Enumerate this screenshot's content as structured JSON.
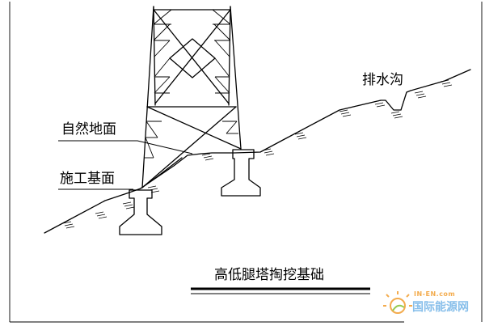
{
  "labels": {
    "drainage_ditch": "排水沟",
    "natural_ground": "自然地面",
    "construction_base": "施工基面",
    "title": "高低腿塔掏挖基础"
  },
  "watermark": {
    "site": "IN-EN.com",
    "name": "国际能源网"
  },
  "colors": {
    "line": "#000000",
    "watermark_blue": "#7ab8e8",
    "watermark_orange": "#f2a33a",
    "watermark_green": "#8cc63f"
  }
}
